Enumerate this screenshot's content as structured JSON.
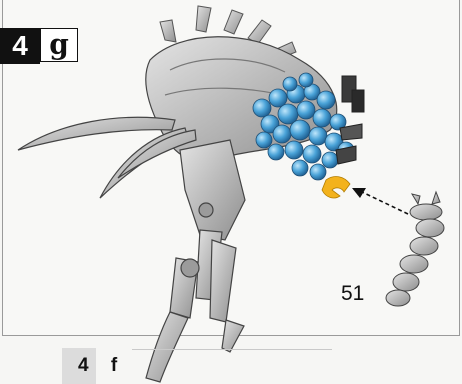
{
  "step_badge": {
    "number": "4",
    "letter": "g"
  },
  "part_callout": {
    "number": "51"
  },
  "next_step_badge": {
    "number": "4",
    "letter": "f"
  },
  "colors": {
    "highlight_blue": "#4aa3d8",
    "highlight_yellow": "#f3b21c",
    "model_grey": "#b9b9b9"
  }
}
